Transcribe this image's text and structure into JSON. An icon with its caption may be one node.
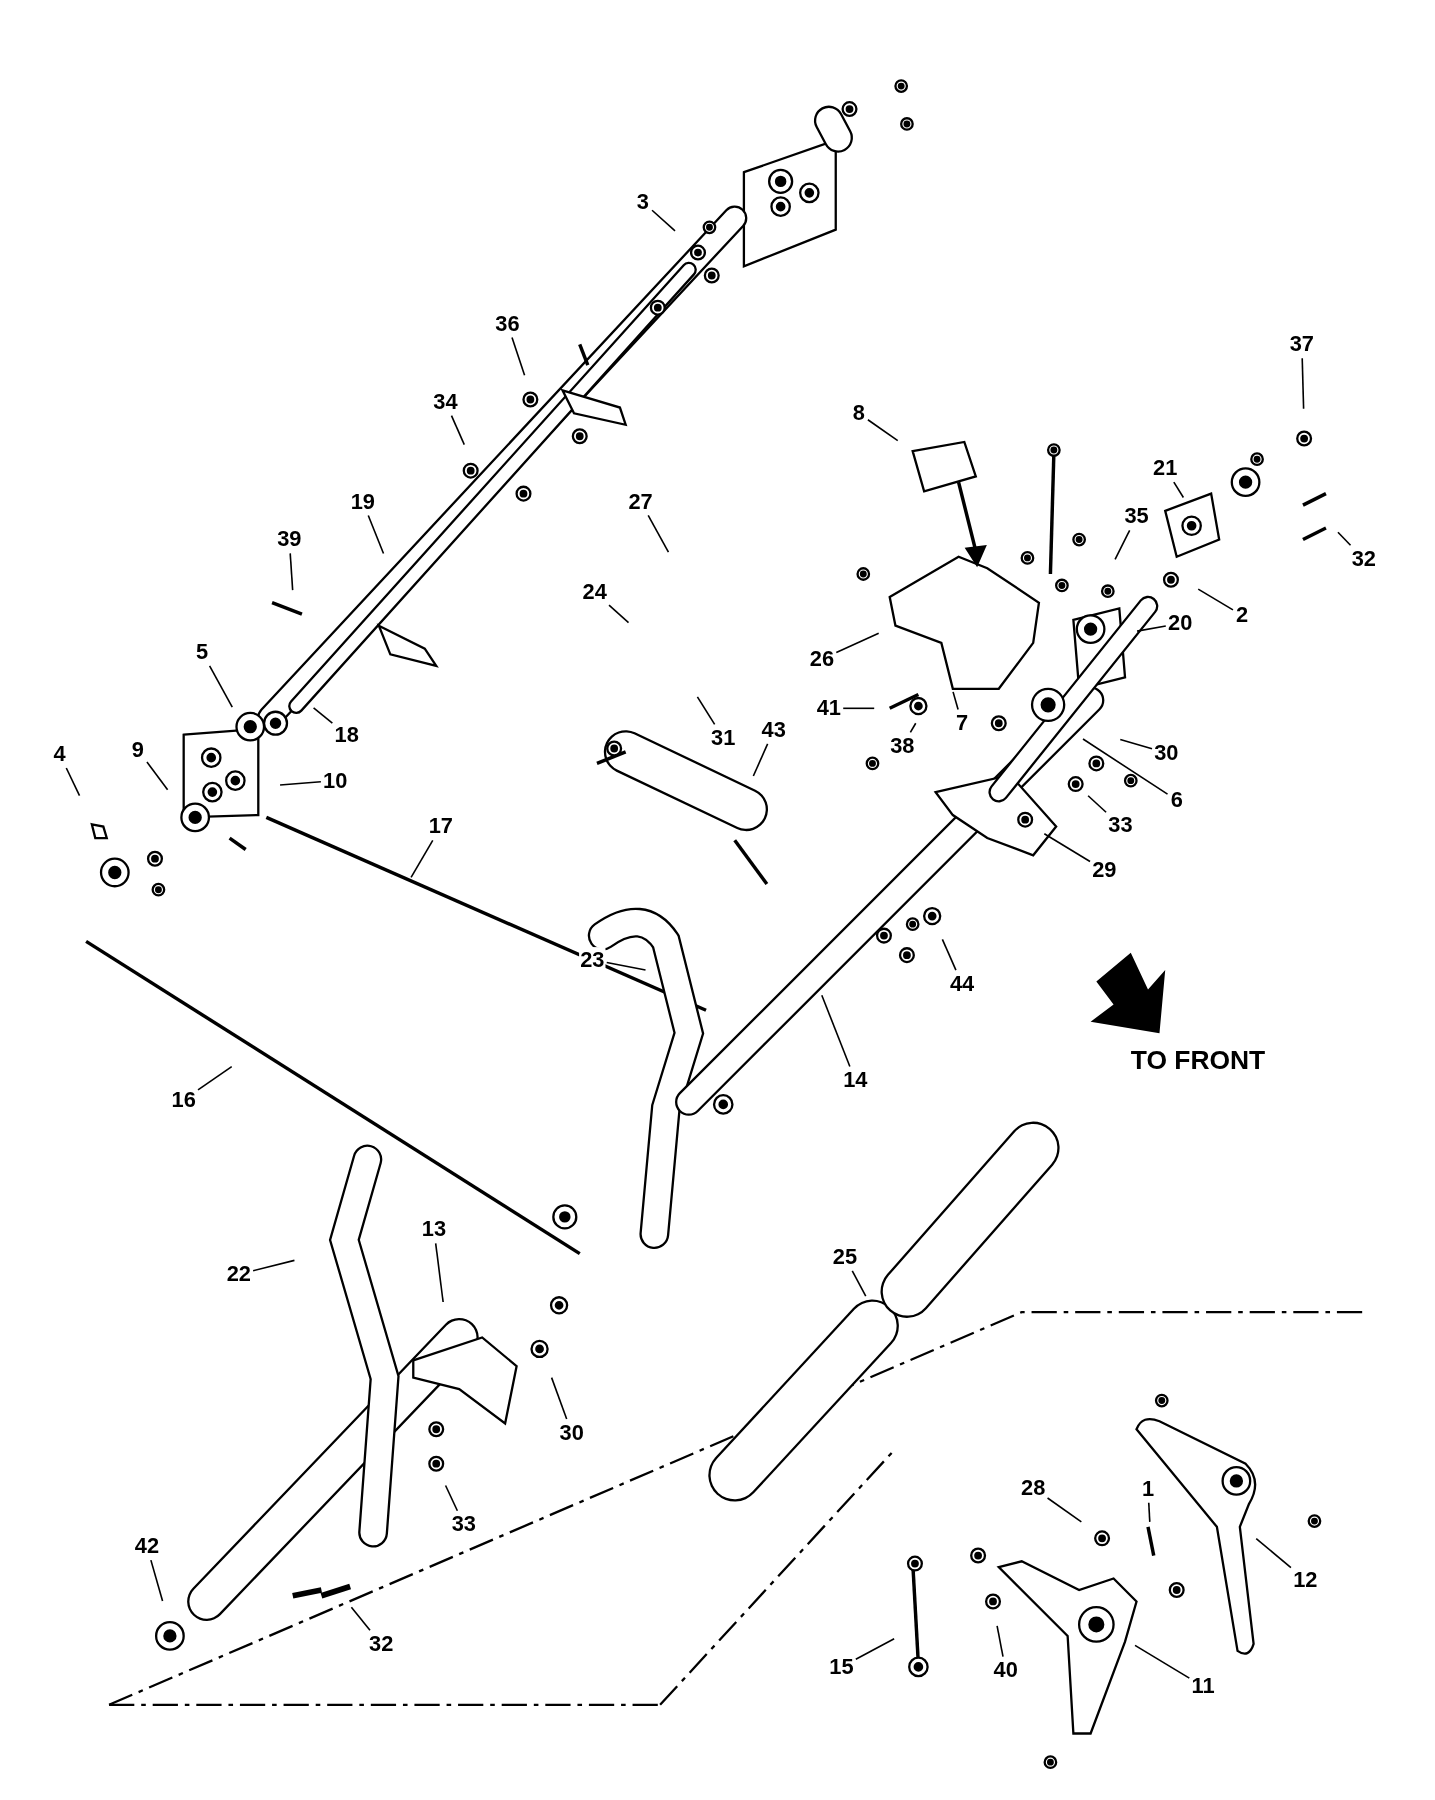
{
  "diagram": {
    "nodes": [
      {
        "text": [
          "3"
        ]
      },
      {
        "text": [
          "36"
        ]
      },
      {
        "text": [
          "34"
        ]
      },
      {
        "text": [
          "19"
        ]
      },
      {
        "text": [
          "39"
        ]
      },
      {
        "text": [
          "5"
        ]
      },
      {
        "text": [
          "18"
        ]
      },
      {
        "text": [
          "4"
        ]
      },
      {
        "text": [
          "9"
        ]
      },
      {
        "text": [
          "10"
        ]
      },
      {
        "text": [
          "17"
        ]
      },
      {
        "text": [
          "16"
        ]
      },
      {
        "text": [
          "8"
        ]
      },
      {
        "text": [
          "27"
        ]
      },
      {
        "text": [
          "24"
        ]
      },
      {
        "text": [
          "26"
        ]
      },
      {
        "text": [
          "31"
        ]
      },
      {
        "text": [
          "43"
        ]
      },
      {
        "text": [
          "41"
        ]
      },
      {
        "text": [
          "38"
        ]
      },
      {
        "text": [
          "7"
        ]
      },
      {
        "text": [
          "35"
        ]
      },
      {
        "text": [
          "21"
        ]
      },
      {
        "text": [
          "37"
        ]
      },
      {
        "text": [
          "32"
        ]
      },
      {
        "text": [
          "2"
        ]
      },
      {
        "text": [
          "20"
        ]
      },
      {
        "text": [
          "30"
        ]
      },
      {
        "text": [
          "6"
        ]
      },
      {
        "text": [
          "33"
        ]
      },
      {
        "text": [
          "29"
        ]
      },
      {
        "text": [
          "44"
        ]
      },
      {
        "text": [
          "23"
        ]
      },
      {
        "text": [
          "14"
        ]
      },
      {
        "text": [
          "13"
        ]
      },
      {
        "text": [
          "22"
        ]
      },
      {
        "text": [
          "30"
        ]
      },
      {
        "text": [
          "33"
        ]
      },
      {
        "text": [
          "32"
        ]
      },
      {
        "text": [
          "42"
        ]
      },
      {
        "text": [
          "25"
        ]
      },
      {
        "text": [
          "28"
        ]
      },
      {
        "text": [
          "1"
        ]
      },
      {
        "text": [
          "12"
        ]
      },
      {
        "text": [
          "40"
        ]
      },
      {
        "text": [
          "11"
        ]
      },
      {
        "text": [
          "15"
        ]
      }
    ],
    "edges": [
      {
        "from": 0,
        "to": null,
        "arrow": "none"
      },
      {
        "from": 1,
        "to": null,
        "arrow": "none"
      },
      {
        "from": 2,
        "to": null,
        "arrow": "none"
      },
      {
        "from": 3,
        "to": null,
        "arrow": "none"
      },
      {
        "from": 4,
        "to": null,
        "arrow": "none"
      },
      {
        "from": 5,
        "to": null,
        "arrow": "none"
      },
      {
        "from": 6,
        "to": null,
        "arrow": "none"
      },
      {
        "from": 7,
        "to": null,
        "arrow": "none"
      },
      {
        "from": 8,
        "to": null,
        "arrow": "none"
      },
      {
        "from": 9,
        "to": null,
        "arrow": "none"
      },
      {
        "from": 10,
        "to": null,
        "arrow": "none"
      },
      {
        "from": 11,
        "to": null,
        "arrow": "none"
      },
      {
        "from": 12,
        "to": null,
        "arrow": "none"
      },
      {
        "from": 13,
        "to": null,
        "arrow": "none"
      },
      {
        "from": 14,
        "to": null,
        "arrow": "none"
      },
      {
        "from": 15,
        "to": null,
        "arrow": "none"
      },
      {
        "from": 16,
        "to": null,
        "arrow": "none"
      },
      {
        "from": 17,
        "to": null,
        "arrow": "none"
      },
      {
        "from": 18,
        "to": null,
        "arrow": "none"
      },
      {
        "from": 19,
        "to": null,
        "arrow": "none"
      },
      {
        "from": 20,
        "to": null,
        "arrow": "none"
      },
      {
        "from": 21,
        "to": null,
        "arrow": "none"
      },
      {
        "from": 22,
        "to": null,
        "arrow": "none"
      },
      {
        "from": 23,
        "to": null,
        "arrow": "none"
      },
      {
        "from": 24,
        "to": null,
        "arrow": "none"
      },
      {
        "from": 25,
        "to": null,
        "arrow": "none"
      },
      {
        "from": 26,
        "to": null,
        "arrow": "none"
      },
      {
        "from": 27,
        "to": null,
        "arrow": "none"
      },
      {
        "from": 28,
        "to": null,
        "arrow": "none"
      },
      {
        "from": 29,
        "to": null,
        "arrow": "none"
      },
      {
        "from": 30,
        "to": null,
        "arrow": "none"
      },
      {
        "from": 31,
        "to": null,
        "arrow": "none"
      },
      {
        "from": 32,
        "to": null,
        "arrow": "none"
      },
      {
        "from": 33,
        "to": null,
        "arrow": "none"
      },
      {
        "from": 34,
        "to": null,
        "arrow": "none"
      },
      {
        "from": 35,
        "to": null,
        "arrow": "none"
      },
      {
        "from": 36,
        "to": null,
        "arrow": "none"
      },
      {
        "from": 37,
        "to": null,
        "arrow": "none"
      },
      {
        "from": 38,
        "to": null,
        "arrow": "none"
      },
      {
        "from": 39,
        "to": null,
        "arrow": "none"
      },
      {
        "from": 40,
        "to": null,
        "arrow": "none"
      },
      {
        "from": 41,
        "to": null,
        "arrow": "none"
      },
      {
        "from": 42,
        "to": null,
        "arrow": "none"
      },
      {
        "from": 43,
        "to": null,
        "arrow": "none"
      },
      {
        "from": 44,
        "to": null,
        "arrow": "none"
      },
      {
        "from": 45,
        "to": null,
        "arrow": "none"
      },
      {
        "from": 46,
        "to": null,
        "arrow": "none"
      }
    ],
    "labels": [
      "TO FRONT"
    ]
  }
}
